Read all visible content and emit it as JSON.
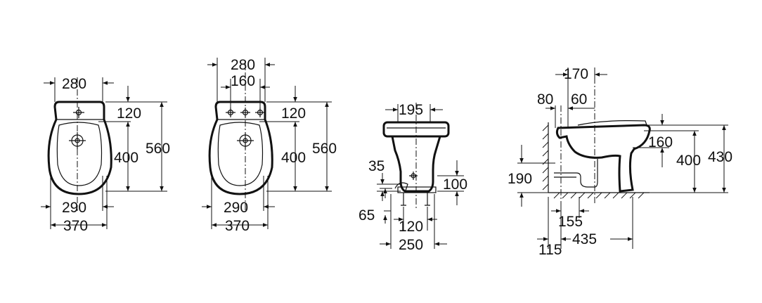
{
  "views": [
    {
      "id": "top-view-single-hole",
      "dimensions": {
        "top_width": "280",
        "tap_offset": "120",
        "bowl_depth": "400",
        "overall_length": "560",
        "inner_width": "290",
        "outer_width": "370"
      }
    },
    {
      "id": "top-view-three-hole",
      "dimensions": {
        "top_width": "280",
        "tap_spacing": "160",
        "tap_offset": "120",
        "bowl_depth": "400",
        "overall_length": "560",
        "inner_width": "290",
        "outer_width": "370"
      }
    },
    {
      "id": "front-view",
      "dimensions": {
        "top_width": "195",
        "outlet_height": "35",
        "outlet_offset": "100",
        "foot_offset": "65",
        "fixing_spacing": "120",
        "base_width": "250"
      }
    },
    {
      "id": "side-view",
      "dimensions": {
        "axis_offset": "170",
        "supply_offset": "80",
        "tap_offset": "60",
        "rim_drop": "160",
        "waste_height": "190",
        "bowl_height": "400",
        "overall_height": "430",
        "fixing_offset": "155",
        "wall_gap": "115",
        "floor_depth": "435"
      }
    }
  ]
}
